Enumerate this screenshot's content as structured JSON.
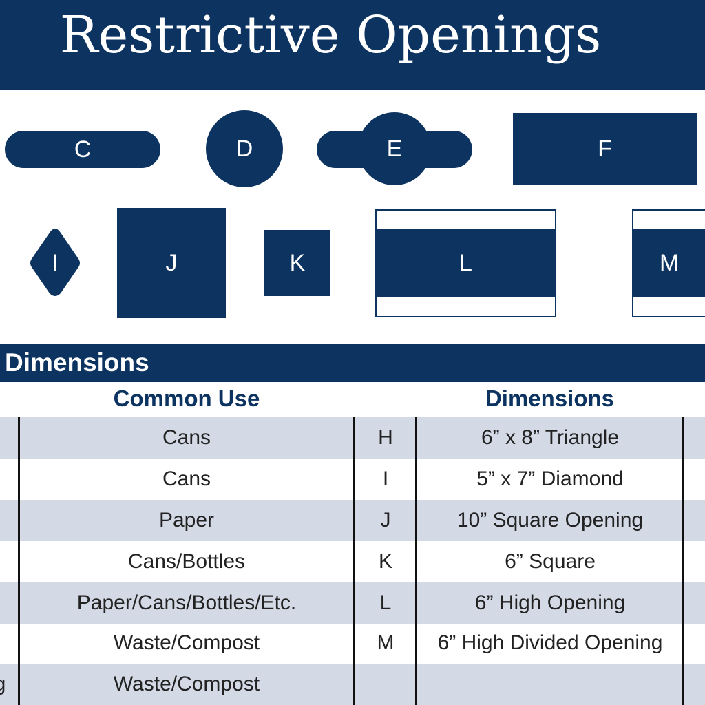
{
  "title": "Restrictive Openings",
  "shapes": {
    "C": "C",
    "D": "D",
    "E": "E",
    "F": "F",
    "I": "I",
    "J": "J",
    "K": "K",
    "L": "L",
    "M": "M"
  },
  "section_title": "Dimensions",
  "columns": {
    "common_use": "Common Use",
    "dimensions": "Dimensions"
  },
  "rows": [
    {
      "left": "",
      "use": "Cans",
      "code": "H",
      "dim": "6” x 8” Triangle"
    },
    {
      "left": "",
      "use": "Cans",
      "code": "I",
      "dim": "5” x 7” Diamond"
    },
    {
      "left": "",
      "use": "Paper",
      "code": "J",
      "dim": "10” Square Opening"
    },
    {
      "left": "",
      "use": "Cans/Bottles",
      "code": "K",
      "dim": "6” Square"
    },
    {
      "left": "",
      "use": "Paper/Cans/Bottles/Etc.",
      "code": "L",
      "dim": "6” High Opening"
    },
    {
      "left": "",
      "use": "Waste/Compost",
      "code": "M",
      "dim": "6” High Divided Opening"
    },
    {
      "left": "g",
      "use": "Waste/Compost",
      "code": "",
      "dim": ""
    }
  ],
  "colors": {
    "navy": "#0d3461",
    "row_shade": "#d3dae6"
  }
}
